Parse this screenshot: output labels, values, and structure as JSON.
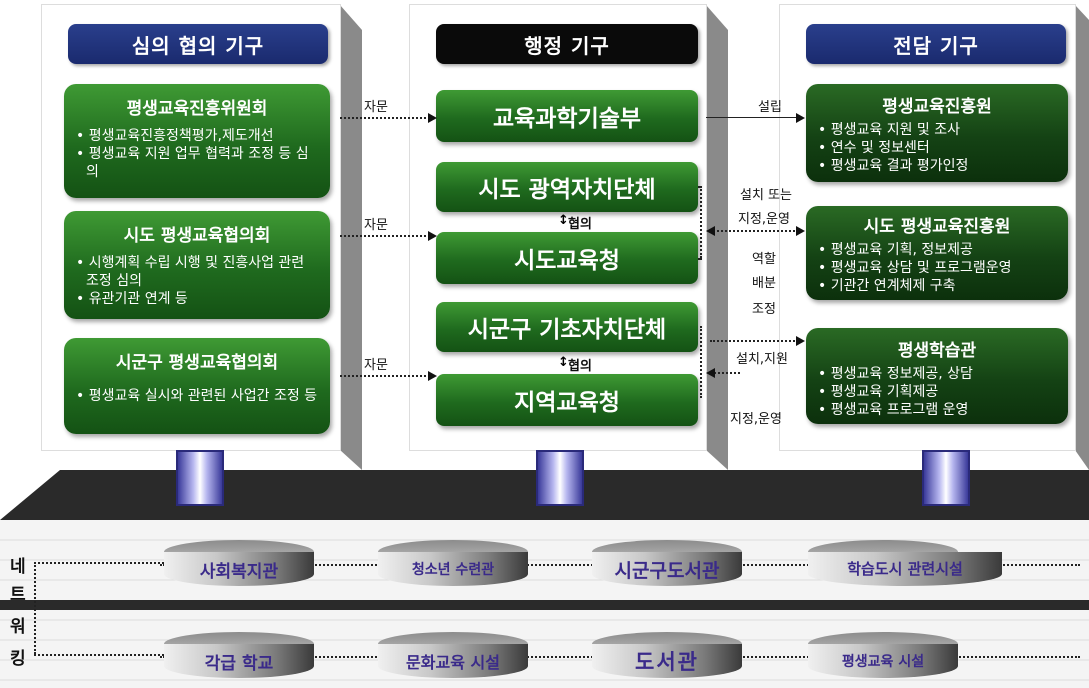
{
  "columns": {
    "left": {
      "title": "심의 협의 기구"
    },
    "center": {
      "title": "행정 기구"
    },
    "right": {
      "title": "전담 기구"
    }
  },
  "left_boxes": [
    {
      "title": "평생교육진흥위원회",
      "items": [
        "평생교육진흥정책평가,제도개선",
        "평생교육 지원 업무 협력과 조정 등 심의"
      ]
    },
    {
      "title": "시도 평생교육협의회",
      "items": [
        "시행계획 수립 시행 및 진흥사업 관련 조정 심의",
        "유관기관 연계 등"
      ]
    },
    {
      "title": "시군구 평생교육협의회",
      "items": [
        "평생교육 실시와 관련된 사업간 조정 등"
      ]
    }
  ],
  "center_boxes": [
    "교육과학기술부",
    "시도 광역자치단체",
    "시도교육청",
    "시군구 기초자치단체",
    "지역교육청"
  ],
  "cooperation_label": "협의",
  "right_boxes": [
    {
      "title": "평생교육진흥원",
      "items": [
        "평생교육 지원 및 조사",
        "연수 및 정보센터",
        "평생교육 결과 평가인정"
      ]
    },
    {
      "title": "시도 평생교육진흥원",
      "items": [
        "평생교육 기획, 정보제공",
        "평생교육 상담 및 프로그램운영",
        "기관간 연계체제 구축"
      ]
    },
    {
      "title": "평생학습관",
      "items": [
        "평생교육 정보제공, 상담",
        "평생교육 기획제공",
        "평생교육 프로그램 운영"
      ]
    }
  ],
  "connector_labels": {
    "advise": "자문",
    "establish": "설립",
    "establish_or": "설치 또는",
    "designate_operate": "지정,운영",
    "role": "역할",
    "division": "배분",
    "adjust": "조정",
    "install_support": "설치,지원"
  },
  "network": {
    "label_chars": [
      "네",
      "트",
      "워",
      "킹"
    ],
    "row1": [
      "사회복지관",
      "청소년 수련관",
      "시군구도서관",
      "학습도시 관련시설"
    ],
    "row2": [
      "각급 학교",
      "문화교육 시설",
      "도서관",
      "평생교육 시설"
    ]
  },
  "colors": {
    "navy": "#1f3280",
    "green": "#1f6a1e",
    "pillar": "#3a3a9a"
  }
}
